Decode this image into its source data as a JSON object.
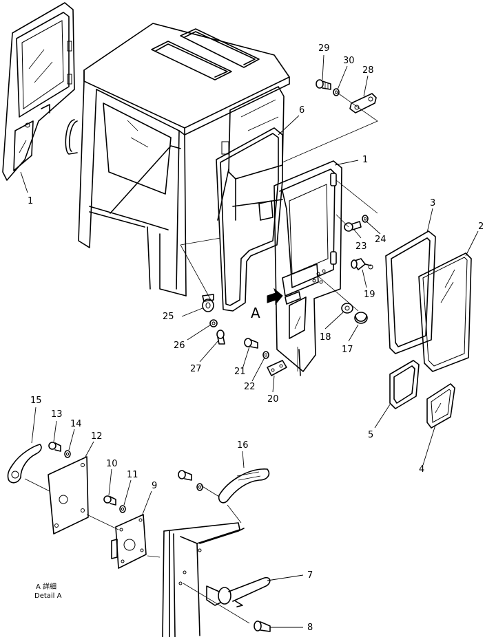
{
  "callouts": [
    {
      "id": "c1a",
      "text": "1"
    },
    {
      "id": "c1b",
      "text": "1"
    },
    {
      "id": "c2",
      "text": "2"
    },
    {
      "id": "c3",
      "text": "3"
    },
    {
      "id": "c4",
      "text": "4"
    },
    {
      "id": "c5",
      "text": "5"
    },
    {
      "id": "c6",
      "text": "6"
    },
    {
      "id": "c7",
      "text": "7"
    },
    {
      "id": "c8",
      "text": "8"
    },
    {
      "id": "c9",
      "text": "9"
    },
    {
      "id": "c10",
      "text": "10"
    },
    {
      "id": "c11",
      "text": "11"
    },
    {
      "id": "c12",
      "text": "12"
    },
    {
      "id": "c13",
      "text": "13"
    },
    {
      "id": "c14",
      "text": "14"
    },
    {
      "id": "c15",
      "text": "15"
    },
    {
      "id": "c16",
      "text": "16"
    },
    {
      "id": "c17",
      "text": "17"
    },
    {
      "id": "c18",
      "text": "18"
    },
    {
      "id": "c19",
      "text": "19"
    },
    {
      "id": "c20",
      "text": "20"
    },
    {
      "id": "c21",
      "text": "21"
    },
    {
      "id": "c22",
      "text": "22"
    },
    {
      "id": "c23",
      "text": "23"
    },
    {
      "id": "c24",
      "text": "24"
    },
    {
      "id": "c25",
      "text": "25"
    },
    {
      "id": "c26",
      "text": "26"
    },
    {
      "id": "c27",
      "text": "27"
    },
    {
      "id": "c28",
      "text": "28"
    },
    {
      "id": "c29",
      "text": "29"
    },
    {
      "id": "c30",
      "text": "30"
    }
  ],
  "view_marker": "A",
  "detail_caption": {
    "line1": "A 詳細",
    "line2": "Detail A"
  }
}
